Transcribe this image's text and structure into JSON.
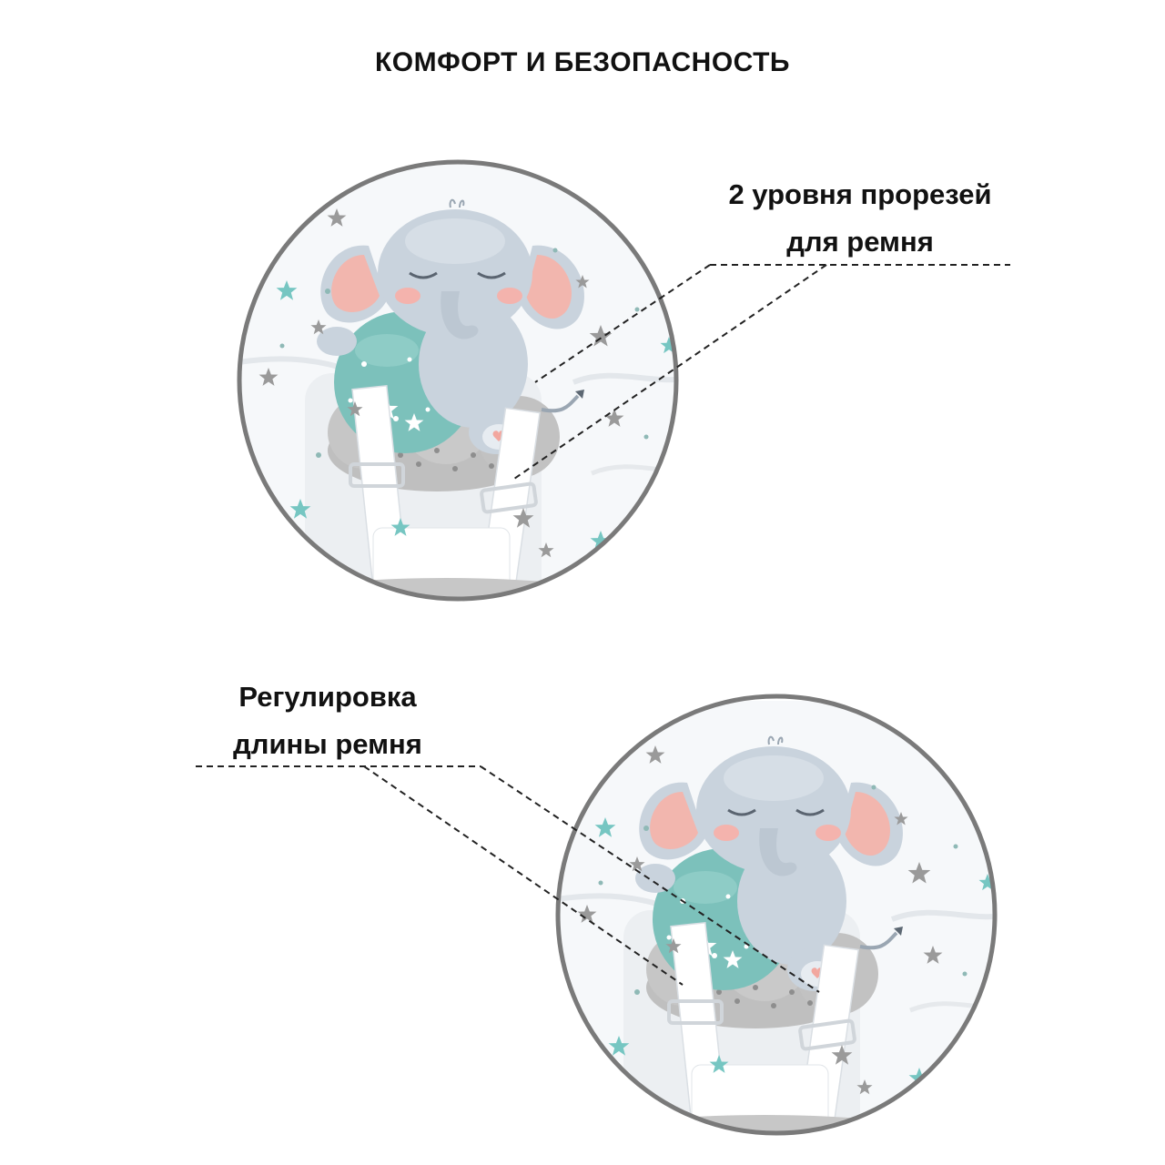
{
  "heading": "КОМФОРТ И БЕЗОПАСНОСТЬ",
  "callout_top": {
    "line1": "2 уровня прорезей",
    "line2": "для ремня"
  },
  "callout_bottom": {
    "line1": "Регулировка",
    "line2": "длины ремня"
  },
  "colors": {
    "ring": "#7a7a7a",
    "elephant": "#c9d3dd",
    "ear_inner": "#f2b6ae",
    "ball": "#7cc1bb",
    "cloud": "#bdbdbd",
    "star_teal": "#76c6c2",
    "star_gray": "#9a9a9a"
  }
}
